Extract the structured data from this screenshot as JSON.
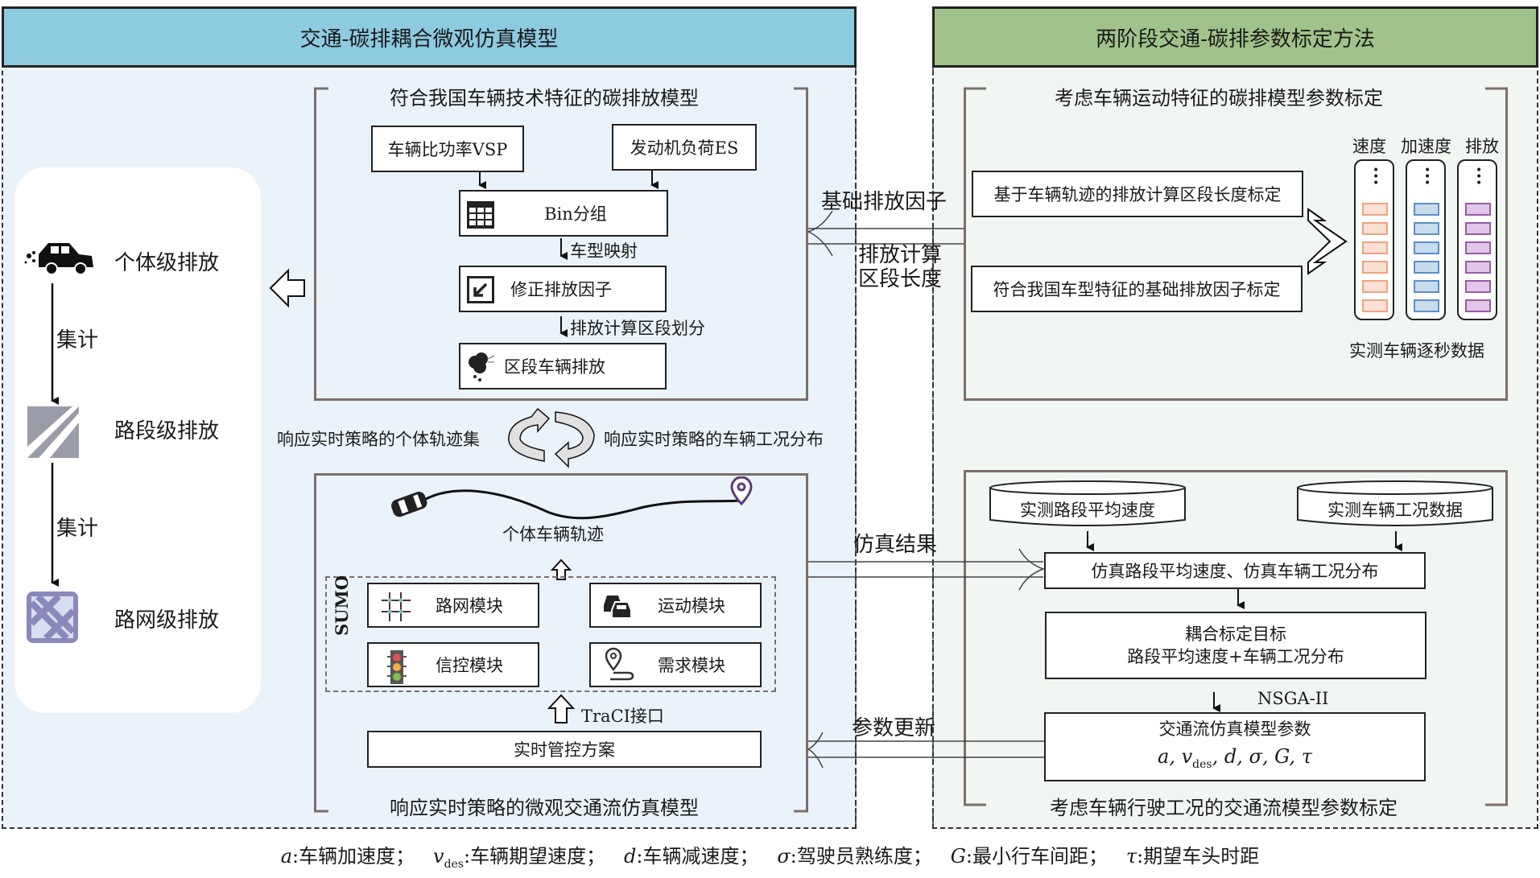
{
  "left_panel": {
    "title": "交通-碳排耦合微观仿真模型",
    "levels": [
      {
        "label": "个体级排放",
        "icon": "car-emission-icon"
      },
      {
        "label": "路段级排放",
        "icon": "road-segment-icon"
      },
      {
        "label": "路网级排放",
        "icon": "road-network-icon"
      }
    ],
    "aggregate_label": "集计",
    "emission_model": {
      "title": "符合我国车辆技术特征的碳排放模型",
      "vsp": "车辆比功率VSP",
      "es": "发动机负荷ES",
      "bin": "Bin分组",
      "step_vehicle_mapping": "车型映射",
      "correction": "修正排放因子",
      "step_segmentation": "排放计算区段划分",
      "segment_emission": "区段车辆排放"
    },
    "cycle": {
      "left": "响应实时策略的个体轨迹集",
      "right": "响应实时策略的车辆工况分布"
    },
    "sim_model": {
      "title": "响应实时策略的微观交通流仿真模型",
      "trajectory": "个体车辆轨迹",
      "sumo": "SUMO",
      "modules": [
        "路网模块",
        "运动模块",
        "信控模块",
        "需求模块"
      ],
      "traci": "TraCI接口",
      "control": "实时管控方案"
    }
  },
  "connectors": {
    "base_factor": "基础排放因子",
    "segment_length_1": "排放计算",
    "segment_length_2": "区段长度",
    "sim_result": "仿真结果",
    "param_update": "参数更新"
  },
  "right_panel": {
    "title": "两阶段交通-碳排参数标定方法",
    "stage1": {
      "title": "考虑车辆运动特征的碳排模型参数标定",
      "box1": "基于车辆轨迹的排放计算区段长度标定",
      "box2": "符合我国车型特征的基础排放因子标定",
      "columns": [
        {
          "label": "速度",
          "color": "#f0a27a",
          "fill": "#fbe0d4"
        },
        {
          "label": "加速度",
          "color": "#5b8fc9",
          "fill": "#c8dcec"
        },
        {
          "label": "排放",
          "color": "#9a5aa8",
          "fill": "#e2c6e8"
        }
      ],
      "data_caption": "实测车辆逐秒数据"
    },
    "stage2": {
      "title": "考虑车辆行驶工况的交通流模型参数标定",
      "db1": "实测路段平均速度",
      "db2": "实测车辆工况数据",
      "sim_output": "仿真路段平均速度、仿真车辆工况分布",
      "objective_title": "耦合标定目标",
      "objective_detail": "路段平均速度+车辆工况分布",
      "algorithm": "NSGA-II",
      "params_title": "交通流仿真模型参数"
    }
  },
  "footer": {
    "items": [
      {
        "sym": "a",
        "desc": ":车辆加速度；"
      },
      {
        "sym": "v",
        "sub": "des",
        "desc": ":车辆期望速度；"
      },
      {
        "sym": "d",
        "desc": ":车辆减速度；"
      },
      {
        "sym": "σ",
        "desc": ":驾驶员熟练度；"
      },
      {
        "sym": "G",
        "desc": ":最小行车间距；"
      },
      {
        "sym": "τ",
        "desc": ":期望车头时距"
      }
    ]
  }
}
